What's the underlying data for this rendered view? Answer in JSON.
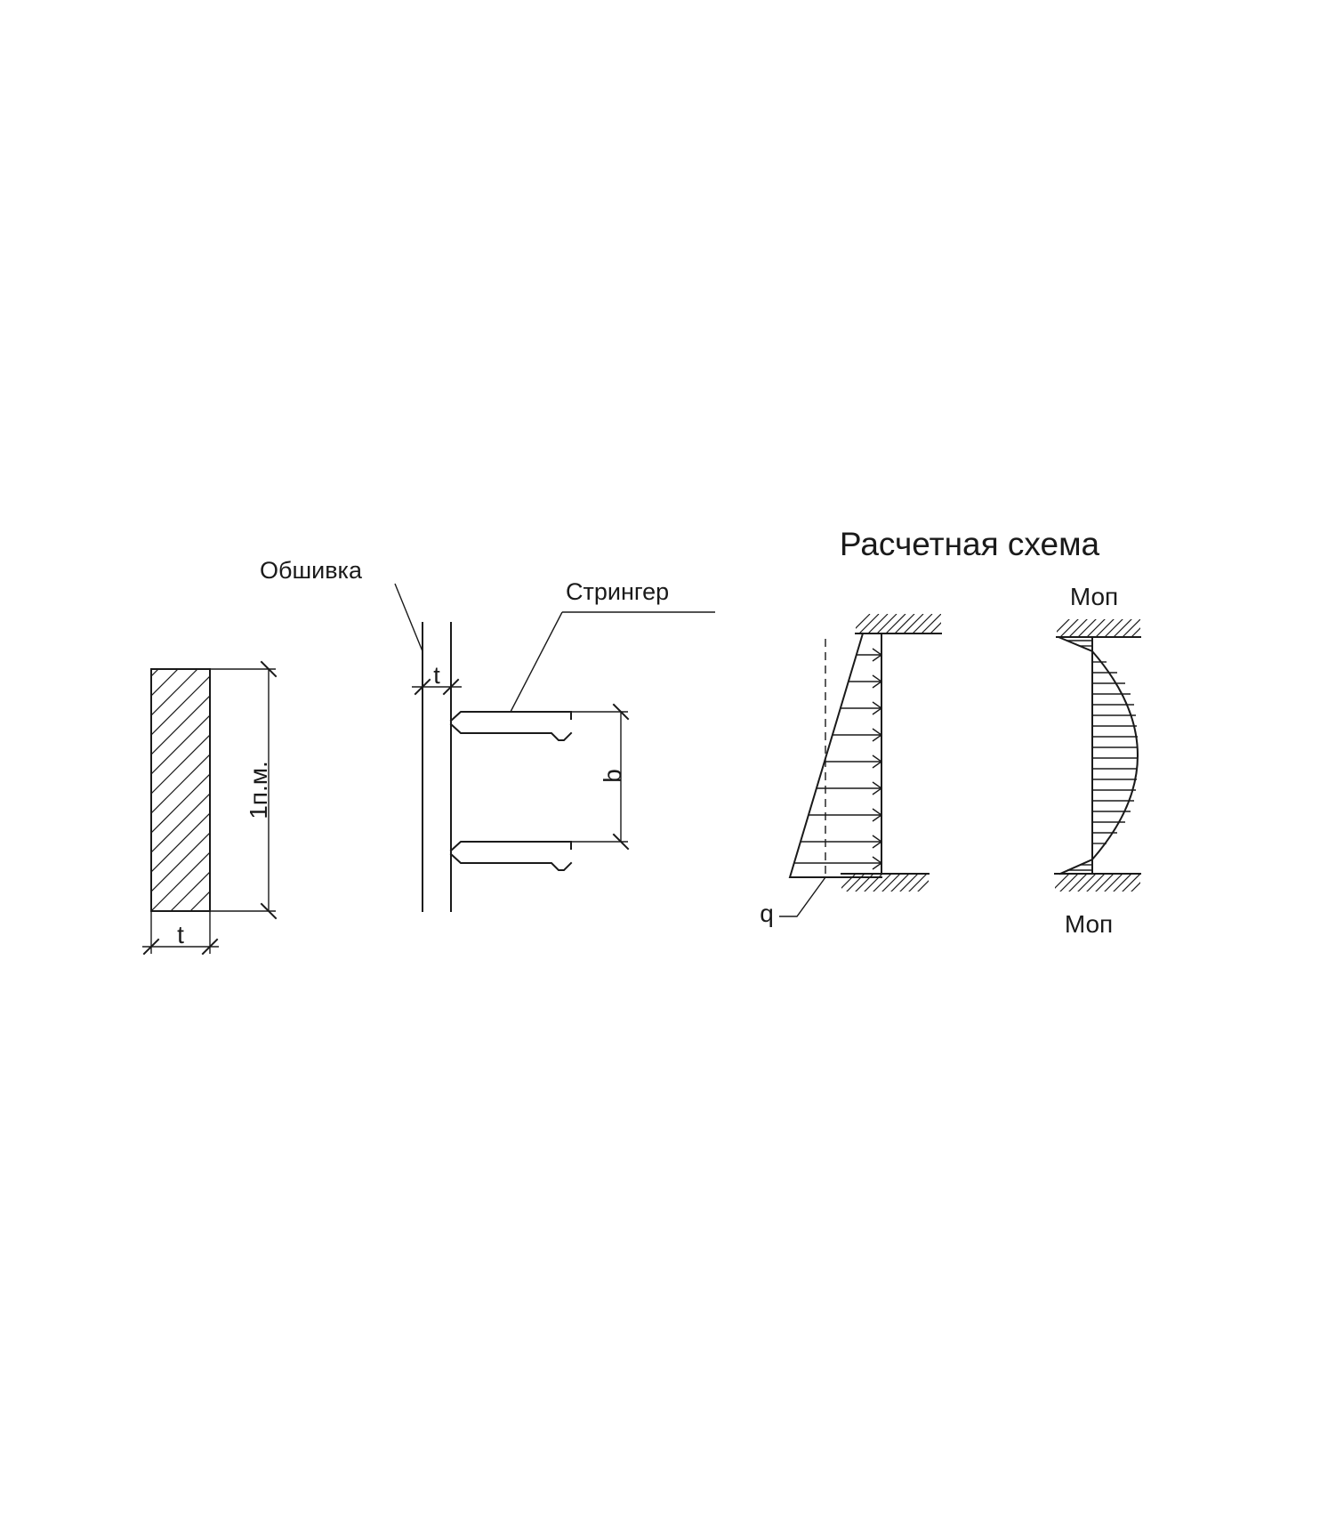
{
  "scheme_title": "Расчетная схема",
  "section_strip": {
    "width_label": "t",
    "height_label": "1п.м."
  },
  "cross_section": {
    "skin_label": "Обшивка",
    "stringer_label": "Стрингер",
    "skin_thickness_label": "t",
    "spacing_label": "b"
  },
  "load_diagram": {
    "load_label": "q"
  },
  "moment_diagram": {
    "top_label": "Моп",
    "bottom_label": "Моп"
  }
}
